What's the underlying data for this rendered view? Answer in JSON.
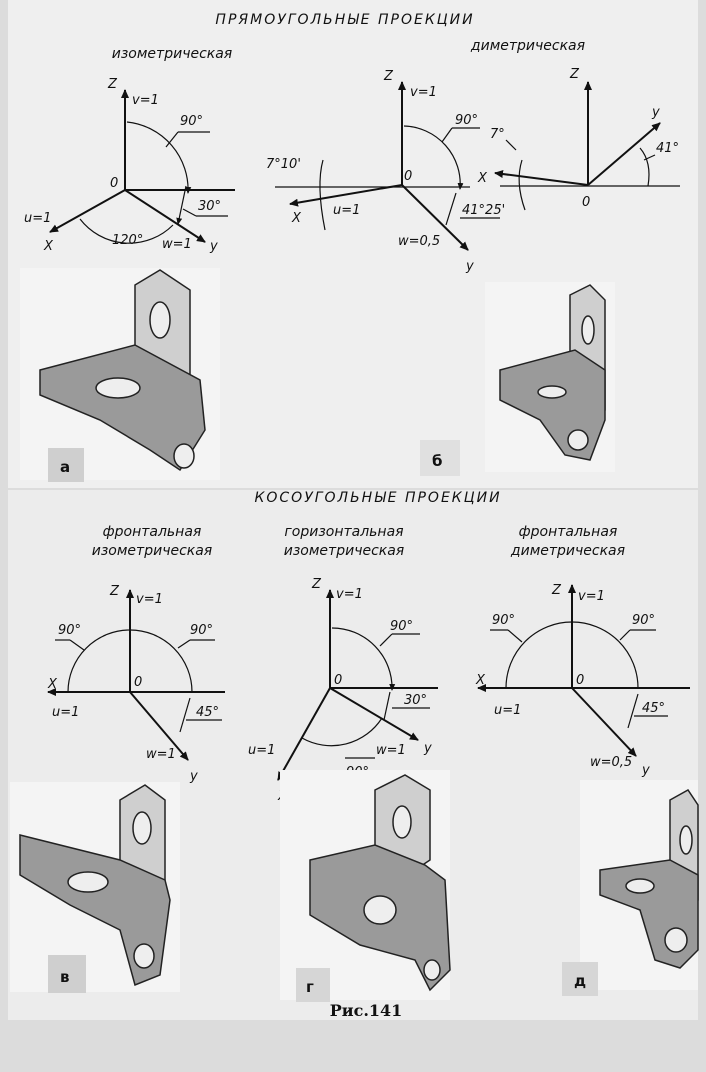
{
  "titles": {
    "rect": "ПРЯМОУГОЛЬНЫЕ ПРОЕКЦИИ",
    "oblique": "КОСОУГОЛЬНЫЕ ПРОЕКЦИИ",
    "caption": "Рис.141"
  },
  "subtitles": {
    "iso": "изометрическая",
    "dim": "диметрическая",
    "front_iso_1": "фронтальная",
    "front_iso_2": "изометрическая",
    "horiz_iso_1": "горизонтальная",
    "horiz_iso_2": "изометрическая",
    "front_dim_1": "фронтальная",
    "front_dim_2": "диметрическая"
  },
  "axes": {
    "z": "Z",
    "x": "X",
    "y": "y",
    "o": "0",
    "v1": "v=1",
    "u1": "u=1",
    "w1": "w=1",
    "w05": "w=0,5"
  },
  "angles": {
    "a90": "90°",
    "a30": "30°",
    "a120": "120°",
    "a45": "45°",
    "a7": "7°",
    "a41": "41°",
    "a7_10": "7°10'",
    "a41_25": "41°25'"
  },
  "tags": {
    "a": "а",
    "b": "б",
    "v": "в",
    "g": "г",
    "d": "д"
  }
}
